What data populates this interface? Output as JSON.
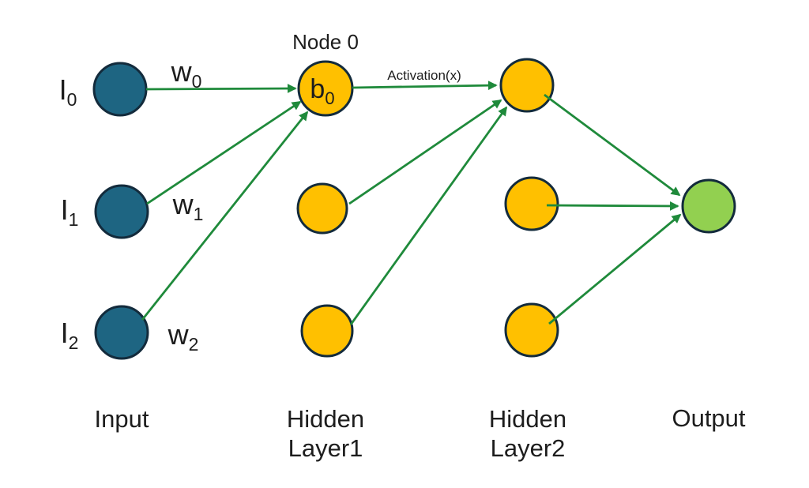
{
  "diagram": {
    "type": "neural-network-diagram",
    "colors": {
      "input_fill": "#1E6582",
      "hidden_fill": "#FFC000",
      "output_fill": "#92D050",
      "node_stroke": "#132B3C",
      "edge": "#1F8A3B",
      "text": "#1D1D1D",
      "background": "#FFFFFF"
    },
    "annotations": {
      "node0": "Node 0",
      "activation": "Activation(x)"
    },
    "node_labels": {
      "i0": {
        "main": "I",
        "sub": "0"
      },
      "i1": {
        "main": "I",
        "sub": "1"
      },
      "i2": {
        "main": "I",
        "sub": "2"
      },
      "b0": {
        "main": "b",
        "sub": "0"
      }
    },
    "weight_labels": {
      "w0": {
        "main": "w",
        "sub": "0"
      },
      "w1": {
        "main": "w",
        "sub": "1"
      },
      "w2": {
        "main": "w",
        "sub": "2"
      }
    },
    "layer_labels": {
      "input": "Input",
      "hidden1_line1": "Hidden",
      "hidden1_line2": "Layer1",
      "hidden2_line1": "Hidden",
      "hidden2_line2": "Layer2",
      "output": "Output"
    },
    "structure": {
      "layers": [
        {
          "name": "Input",
          "nodes": 3
        },
        {
          "name": "Hidden Layer1",
          "nodes": 3
        },
        {
          "name": "Hidden Layer2",
          "nodes": 3
        },
        {
          "name": "Output",
          "nodes": 1
        }
      ],
      "edges": [
        "I0 -> b0 (w0)",
        "I1 -> b0 (w1)",
        "I2 -> b0 (w2)",
        "b0 -> hidden2-node0 (Activation(x))",
        "hidden1-node1 -> hidden2-node0",
        "hidden1-node2 -> hidden2-node0",
        "hidden2-node0 -> output",
        "hidden2-node1 -> output",
        "hidden2-node2 -> output"
      ]
    }
  }
}
